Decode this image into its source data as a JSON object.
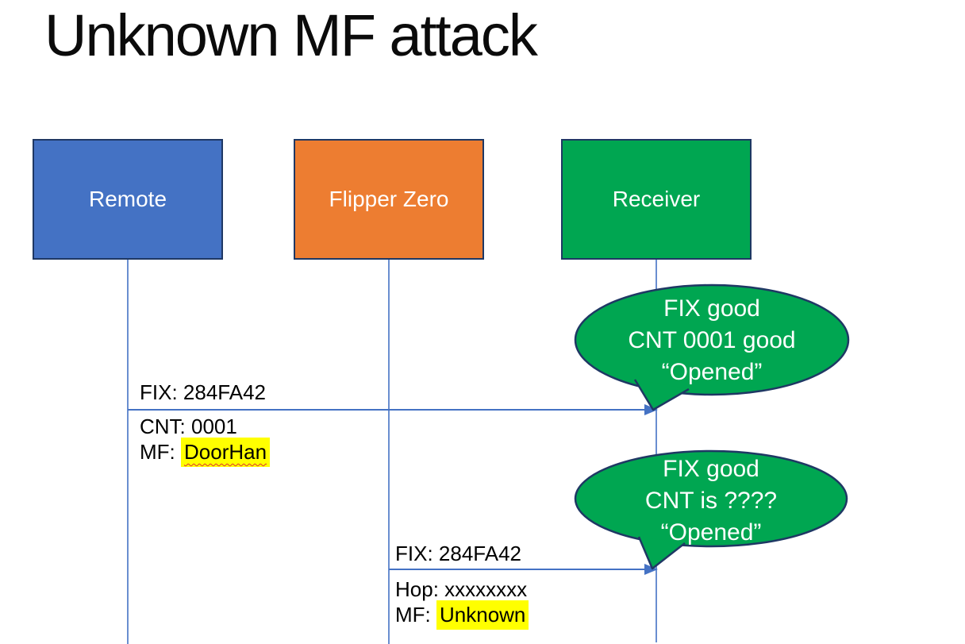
{
  "title": "Unknown MF attack",
  "actors": [
    {
      "label": "Remote",
      "fill": "#4472C4"
    },
    {
      "label": "Flipper Zero",
      "fill": "#ED7D31"
    },
    {
      "label": "Receiver",
      "fill": "#00A651"
    }
  ],
  "messages": [
    {
      "from": "Remote",
      "to": "Receiver",
      "fix": "FIX: 284FA42",
      "cnt": "CNT: 0001",
      "mf_prefix": "MF: ",
      "mf_value": "DoorHan"
    },
    {
      "from": "Flipper Zero",
      "to": "Receiver",
      "fix": "FIX: 284FA42",
      "hop_prefix": "Hop: ",
      "hop_value": "xxxxxxxx",
      "mf_prefix": "MF: ",
      "mf_value": "Unknown"
    }
  ],
  "callouts": [
    {
      "speaker": "Receiver",
      "lines": [
        "FIX good",
        "CNT 0001 good",
        "“Opened”"
      ]
    },
    {
      "speaker": "Receiver",
      "lines": [
        "FIX good",
        "CNT is ????",
        "“Opened”"
      ]
    }
  ],
  "colors": {
    "outline": "#1F3864",
    "connector": "#4472C4",
    "callout_fill": "#00A651",
    "callout_text": "#FFFFFF",
    "highlight": "#FFFF00",
    "squiggle": "#E03131",
    "title_text": "#0B0B0B",
    "label_text": "#000000"
  }
}
